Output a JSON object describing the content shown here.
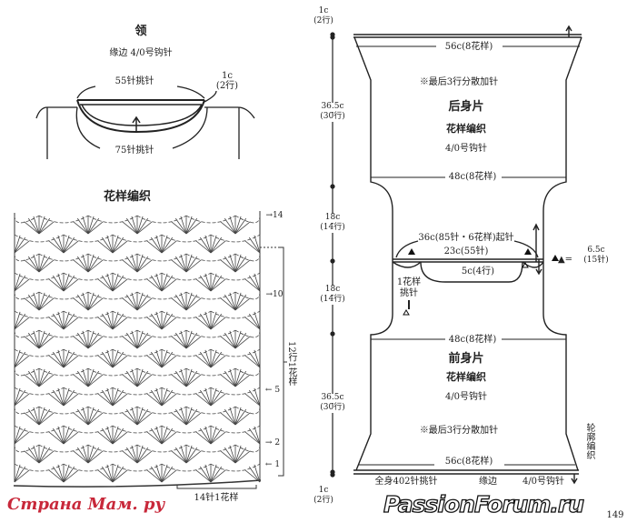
{
  "collar": {
    "title": "领",
    "edging": "缘边  4/0号钩针",
    "top_pickup": "55针挑针",
    "edge_size": "1c",
    "edge_rows": "(2行)",
    "bottom_pickup": "75针挑针"
  },
  "stitch_chart": {
    "title": "花样编织",
    "row_markers": [
      "→14",
      "→10",
      "← 5",
      "→ 2",
      "← 1"
    ],
    "repeat_rows": "12行1花样",
    "repeat_stitches": "14针1花样"
  },
  "dimensions": {
    "top_edge": "1c",
    "top_edge_rows": "(2行)",
    "back_body": "36.5c",
    "back_body_rows": "(30行)",
    "back_armhole": "18c",
    "back_armhole_rows": "(14行)",
    "front_armhole": "18c",
    "front_armhole_rows": "(14行)",
    "front_body": "36.5c",
    "front_body_rows": "(30行)",
    "bottom_edge": "1c",
    "bottom_edge_rows": "(2行)"
  },
  "back_piece": {
    "hem_width": "56c(8花样)",
    "increase_note": "※最后3行分散加针",
    "title": "后身片",
    "pattern": "花样编织",
    "hook": "4/0号钩针",
    "chest_width": "48c(8花样)",
    "cast_on": "36c(85针・6花样)起针",
    "neck_width": "23c(55针)",
    "triangle_legend": "▲=",
    "shoulder_width": "6.5c",
    "shoulder_stitches": "(15针)"
  },
  "front_piece": {
    "neck_depth": "5c(4行)",
    "pickup_note": "1花样\n挑针",
    "pickup_line1": "1花样",
    "pickup_line2": "挑针",
    "chest_width": "48c(8花样)",
    "title": "前身片",
    "pattern": "花样编织",
    "hook": "4/0号钩针",
    "increase_note": "※最后3行分散加针",
    "hem_width": "56c(8花样)",
    "outline_stitch": "轮廓编织",
    "total_pickup": "全身402针挑针",
    "edging": "缘边",
    "edging_hook": "4/0号钩针"
  },
  "watermarks": {
    "left": "Страна Мам. ру",
    "right": "PassionForum.ru"
  },
  "page_number": "149"
}
